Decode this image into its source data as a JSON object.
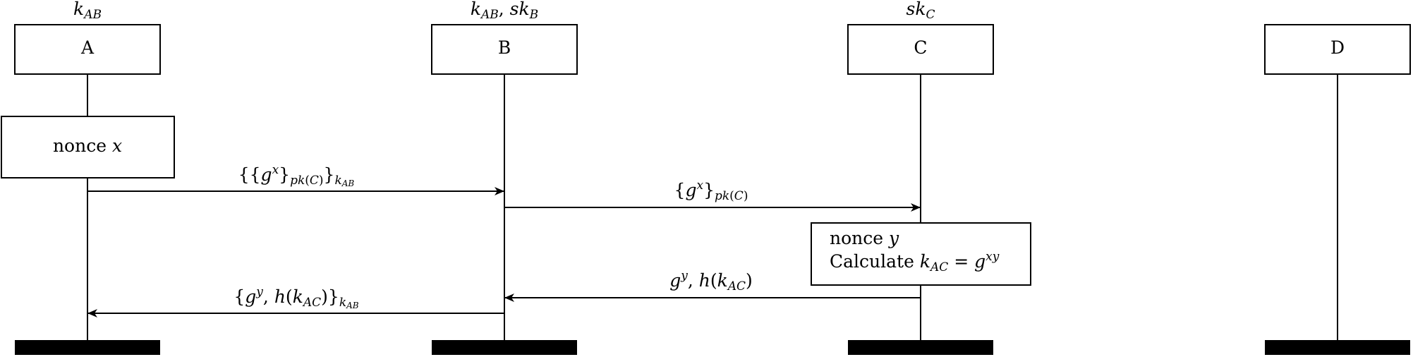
{
  "participants": [
    {
      "id": "A",
      "name": "A",
      "knowledge": [
        {
          "base": "k",
          "sub": "AB"
        }
      ]
    },
    {
      "id": "B",
      "name": "B",
      "knowledge": [
        {
          "base": "k",
          "sub": "AB"
        },
        {
          "base": "sk",
          "sub": "B"
        }
      ]
    },
    {
      "id": "C",
      "name": "C",
      "knowledge": [
        {
          "base": "sk",
          "sub": "C"
        }
      ]
    },
    {
      "id": "D",
      "name": "D",
      "knowledge": []
    }
  ],
  "boxes": [
    {
      "id": "nonce-x",
      "lines": [
        [
          "nonce ",
          {
            "it": "x"
          }
        ]
      ]
    },
    {
      "id": "nonce-y",
      "lines": [
        [
          "nonce ",
          {
            "it": "y"
          }
        ],
        [
          "Calculate ",
          {
            "it": "k"
          },
          {
            "sub": "AC"
          },
          " = ",
          {
            "it": "g"
          },
          {
            "sup": "xy"
          }
        ]
      ]
    }
  ],
  "messages": [
    {
      "id": "msg-1",
      "from": "A",
      "to": "B",
      "label": "{{g^x}_pk(C)}_kAB"
    },
    {
      "id": "msg-2",
      "from": "B",
      "to": "C",
      "label": "{g^x}_pk(C)"
    },
    {
      "id": "msg-3",
      "from": "C",
      "to": "B",
      "label": "g^y, h(k_AC)"
    },
    {
      "id": "msg-4",
      "from": "B",
      "to": "A",
      "label": "{g^y, h(k_AC)}_kAB"
    }
  ]
}
